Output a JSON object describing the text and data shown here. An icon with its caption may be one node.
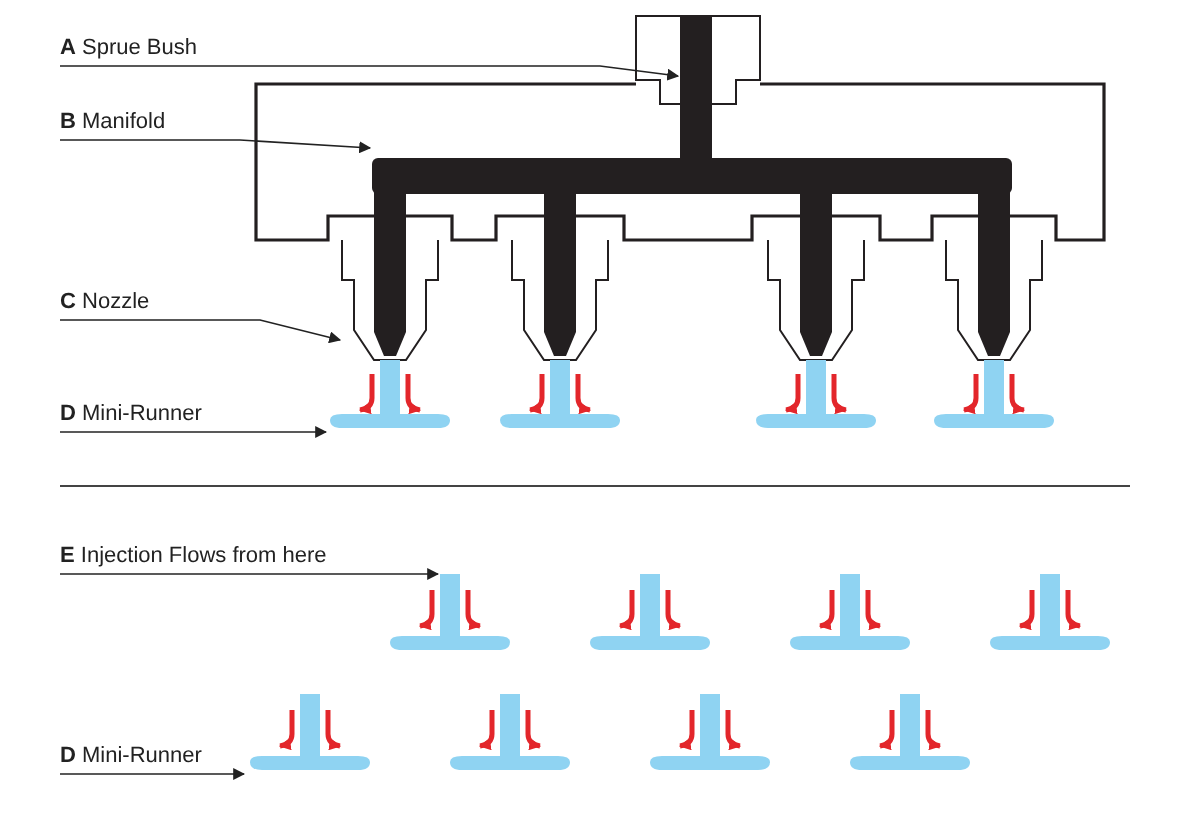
{
  "diagram": {
    "nodes": [
      {
        "text": [
          "**A** Sprue Bush"
        ]
      },
      {
        "text": [],
        "shape": "box"
      },
      {
        "text": [
          "**B** Manifold"
        ]
      },
      {
        "text": [],
        "shape": "bar"
      },
      {
        "text": [
          "**C** Nozzle"
        ]
      },
      {
        "text": [],
        "shape": "box"
      },
      {
        "text": [
          "**D** Mini-Runner"
        ]
      },
      {
        "text": [],
        "shape": "bar"
      },
      {
        "text": [
          "**E** Injection Flows from here"
        ]
      },
      {
        "text": [],
        "shape": "bar"
      },
      {
        "text": [
          "**D** Mini-Runner"
        ]
      },
      {
        "text": [],
        "shape": "bar"
      }
    ],
    "edges": [
      {
        "from": 0,
        "to": 1,
        "arrow": "to"
      },
      {
        "from": 2,
        "to": 3,
        "arrow": "to"
      },
      {
        "from": 4,
        "to": 5,
        "arrow": "to"
      },
      {
        "from": 6,
        "to": 7,
        "arrow": "to"
      },
      {
        "from": 8,
        "to": 9,
        "arrow": "to"
      },
      {
        "from": 10,
        "to": 11,
        "arrow": "to"
      }
    ]
  }
}
